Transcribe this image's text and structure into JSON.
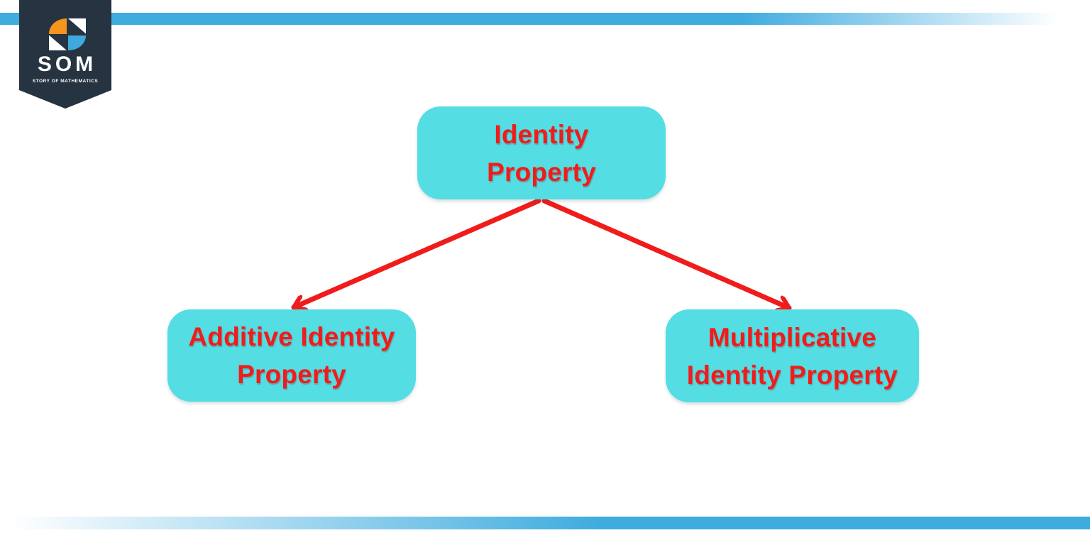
{
  "logo": {
    "name": "SOM",
    "tagline": "STORY OF MATHEMATICS"
  },
  "diagram": {
    "root": {
      "line1": "Identity",
      "line2": "Property"
    },
    "children": {
      "additive": {
        "line1": "Additive Identity",
        "line2": "Property"
      },
      "multiplicative": {
        "line1": "Multiplicative",
        "line2": "Identity Property"
      }
    }
  },
  "colors": {
    "accent_bar": "#3FACDF",
    "node_fill": "#54DDE3",
    "node_text": "#F01C1C",
    "arrow": "#F01C1C",
    "badge_navy": "#263340",
    "logo_orange": "#F7941E",
    "logo_blue": "#3FA9DC",
    "logo_white": "#FFFFFF"
  }
}
